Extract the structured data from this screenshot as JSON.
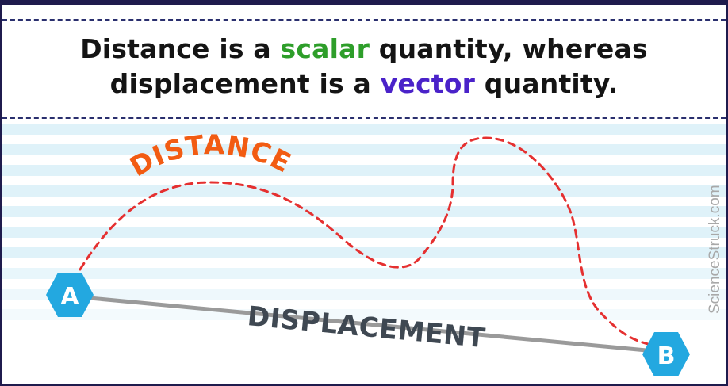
{
  "headline": {
    "line1_before": "Distance is a ",
    "line1_highlight": "scalar",
    "line1_after": " quantity, whereas",
    "line2_before": "displacement is a ",
    "line2_highlight": "vector",
    "line2_after": " quantity."
  },
  "diagram": {
    "distance_label": "DISTANCE",
    "displacement_label": "DISPLACEMENT",
    "point_a_label": "A",
    "point_b_label": "B"
  },
  "credit": "ScienceStruck.com",
  "colors": {
    "scalar": "#2e9e2a",
    "vector": "#4a22c9",
    "distance": "#f25c13",
    "path": "#e53030",
    "displacement_line": "#9a9a9a",
    "displacement_text": "#3f4852",
    "points": "#23a8e0",
    "stripes": "#dff2f9"
  }
}
